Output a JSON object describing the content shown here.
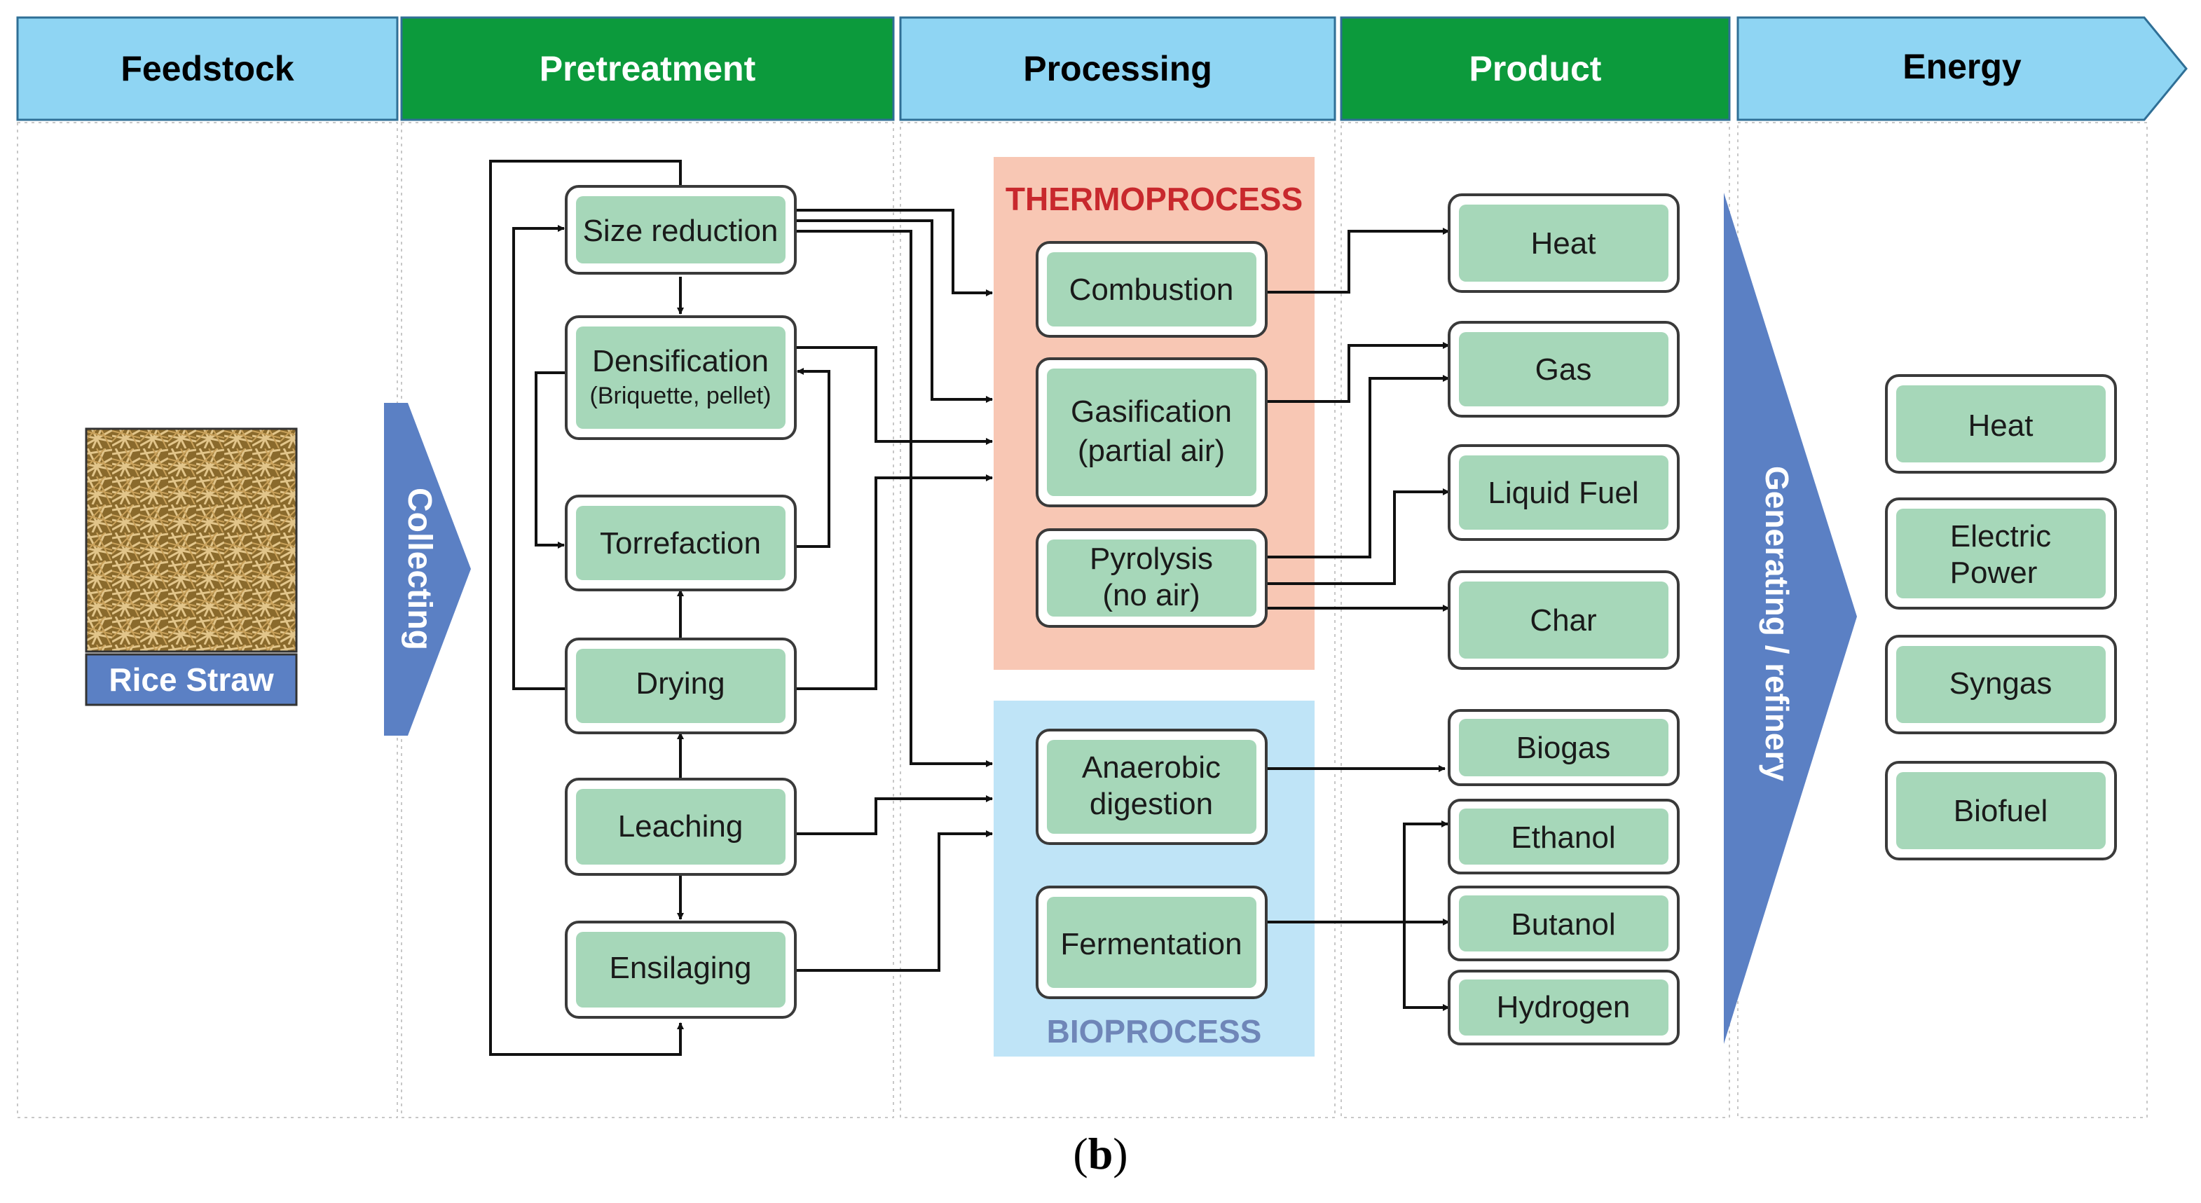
{
  "headers": [
    {
      "id": "feedstock",
      "label": "Feedstock",
      "style": "blue"
    },
    {
      "id": "pretreatment",
      "label": "Pretreatment",
      "style": "green"
    },
    {
      "id": "processing",
      "label": "Processing",
      "style": "blue"
    },
    {
      "id": "product",
      "label": "Product",
      "style": "green"
    },
    {
      "id": "energy",
      "label": "Energy",
      "style": "blue"
    }
  ],
  "feedstock": {
    "label": "Rice Straw"
  },
  "collecting_label": "Collecting",
  "pretreatment": {
    "size_reduction": "Size reduction",
    "densification": "Densification",
    "densification_sub": "(Briquette, pellet)",
    "torrefaction": "Torrefaction",
    "drying": "Drying",
    "leaching": "Leaching",
    "ensilaging": "Ensilaging"
  },
  "thermoprocess": {
    "title": "THERMOPROCESS",
    "combustion": "Combustion",
    "gasification_1": "Gasification",
    "gasification_2": "(partial air)",
    "pyrolysis_1": "Pyrolysis",
    "pyrolysis_2": "(no air)"
  },
  "bioprocess": {
    "title": "BIOPROCESS",
    "anaerobic_1": "Anaerobic",
    "anaerobic_2": "digestion",
    "fermentation": "Fermentation"
  },
  "products": {
    "heat": "Heat",
    "gas": "Gas",
    "liquid_fuel": "Liquid Fuel",
    "char": "Char",
    "biogas": "Biogas",
    "ethanol": "Ethanol",
    "butanol": "Butanol",
    "hydrogen": "Hydrogen"
  },
  "generating_label": "Generating / refinery",
  "energy": {
    "heat": "Heat",
    "electric_1": "Electric",
    "electric_2": "Power",
    "syngas": "Syngas",
    "biofuel": "Biofuel"
  },
  "caption": {
    "open": "(",
    "letter": "b",
    "close": ")"
  },
  "colors": {
    "header_blue": "#8fd5f3",
    "header_green": "#0c9a3c",
    "header_border": "#2f6f96",
    "node_fill": "#a6d7b9",
    "thermo_bg": "#f8c7b4",
    "thermo_title": "#c8282d",
    "bio_bg": "#bfe4f7",
    "bio_title": "#6f86b8",
    "chevron": "#5b80c4",
    "feedstock_label_bg": "#5b80c4"
  }
}
